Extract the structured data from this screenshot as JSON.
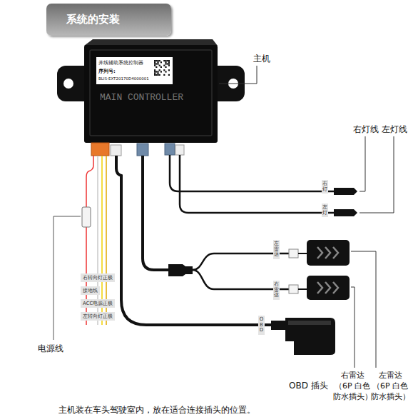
{
  "diagram": {
    "title": "系统的安装",
    "caption": "主机装在车头驾驶室内，放在适合连接插头的位置。",
    "nodes": [
      {
        "text": [
          "并线辅助系统控制器",
          "序列号:",
          "BLIS-EXT20170D4000001",
          "MAIN CONTROLLER"
        ]
      }
    ],
    "labels": [
      "主机",
      "右灯线",
      "左灯线",
      "右灯",
      "左灯",
      "左雷达",
      "右雷达",
      "OBD",
      "右转向灯正极",
      "接地线",
      "ACC电源正极",
      "左转向灯正极",
      "电源线",
      "OBD 插头",
      "右雷达 （6P 白色 防水插头）",
      "左雷达 （6P 白色 防水插头）"
    ]
  }
}
